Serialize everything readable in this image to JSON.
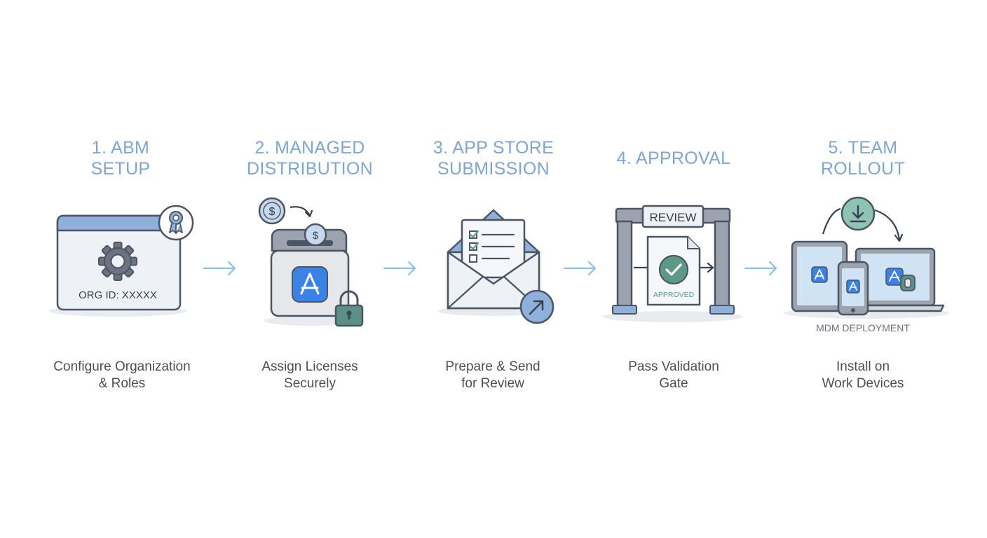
{
  "colors": {
    "title": "#7fa6cf",
    "caption": "#4a4f57",
    "outline": "#4b5563",
    "accent_blue": "#8fb0db",
    "panel_light": "#e9eef5",
    "arrow": "#8cbfe6",
    "approved_green": "#5a9e87",
    "app_store_blue": "#3b82e6"
  },
  "steps": [
    {
      "title": "1. ABM\nSETUP",
      "caption": "Configure Organization\n& Roles",
      "illustration": {
        "icons": [
          "browser-window-icon",
          "gear-icon",
          "award-badge-icon"
        ],
        "text": "ORG ID: XXXXX"
      }
    },
    {
      "title": "2. MANAGED\nDISTRIBUTION",
      "caption": "Assign Licenses\nSecurely",
      "illustration": {
        "icons": [
          "dollar-coin-icon",
          "license-box-icon",
          "app-store-icon",
          "padlock-icon"
        ]
      }
    },
    {
      "title": "3. APP STORE\nSUBMISSION",
      "caption": "Prepare & Send\nfor Review",
      "illustration": {
        "icons": [
          "envelope-icon",
          "checklist-icon",
          "send-arrow-icon"
        ]
      }
    },
    {
      "title": "4. APPROVAL",
      "caption": "Pass Validation\nGate",
      "illustration": {
        "icons": [
          "gate-icon",
          "document-icon",
          "checkmark-icon"
        ],
        "sign": "REVIEW",
        "stamp": "APPROVED"
      }
    },
    {
      "title": "5. TEAM\nROLLOUT",
      "caption": "Install on\nWork Devices",
      "illustration": {
        "icons": [
          "download-icon",
          "tablet-icon",
          "phone-icon",
          "laptop-icon",
          "app-store-icon"
        ],
        "label": "MDM DEPLOYMENT"
      }
    }
  ],
  "connector_icon": "right-arrow-icon"
}
